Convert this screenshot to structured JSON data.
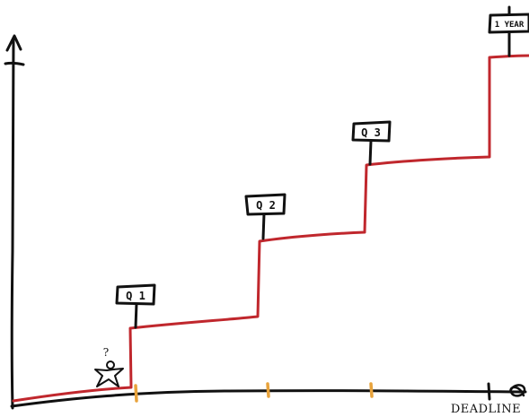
{
  "colors": {
    "stroke": "#111111",
    "staircase": "#c0272d",
    "tick": "#e8a33c",
    "background": "#ffffff"
  },
  "signs": [
    {
      "label": "Q 1"
    },
    {
      "label": "Q 2"
    },
    {
      "label": "Q 3"
    },
    {
      "label": "1 YEAR"
    }
  ],
  "x_axis_label": "DEADLINE",
  "figure_annotation": "?",
  "icons": {
    "figure": "stick-figure-icon",
    "y_arrow": "arrow-up-icon",
    "x_end": "axis-end-icon"
  }
}
